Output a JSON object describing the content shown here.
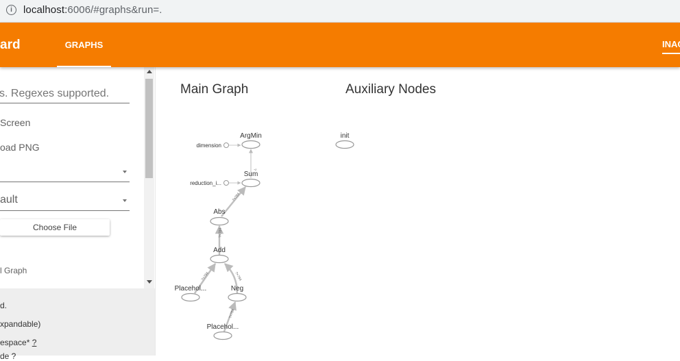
{
  "browser": {
    "url_host": "localhost:",
    "url_rest": "6006/#graphs&run=."
  },
  "header": {
    "brand": "ard",
    "tab_graphs": "GRAPHS",
    "tab_right": "INAC"
  },
  "sidebar": {
    "search_placeholder": "s. Regexes supported.",
    "fit_screen": "Screen",
    "download_png": "oad PNG",
    "select_color": "",
    "select_device": "ault",
    "choose_file": "Choose File",
    "graph_mode": "l Graph"
  },
  "legend": {
    "row1": "d.",
    "row2": "xpandable)",
    "row3": "espace*",
    "row3_help": "?",
    "row4": "de ?"
  },
  "main": {
    "main_graph_title": "Main Graph",
    "aux_title": "Auxiliary Nodes"
  },
  "graph": {
    "nodes": {
      "argmin": "ArgMin",
      "dimension": "dimension",
      "sum": "Sum",
      "reduction": "reduction_i...",
      "abs": "Abs",
      "add": "Add",
      "placeholder1": "Placehol...",
      "neg": "Neg",
      "placeholder2": "Placehol...",
      "init": "init"
    },
    "edges": {
      "sum_argmin": "?",
      "abs_sum": "?×784",
      "add_abs": "?×784",
      "ph1_add": "?×784",
      "neg_add": "?×784",
      "ph2_neg": "?×784"
    }
  },
  "colors": {
    "accent": "#f57c00",
    "node_stroke": "#999999",
    "edge": "#bbbbbb"
  }
}
